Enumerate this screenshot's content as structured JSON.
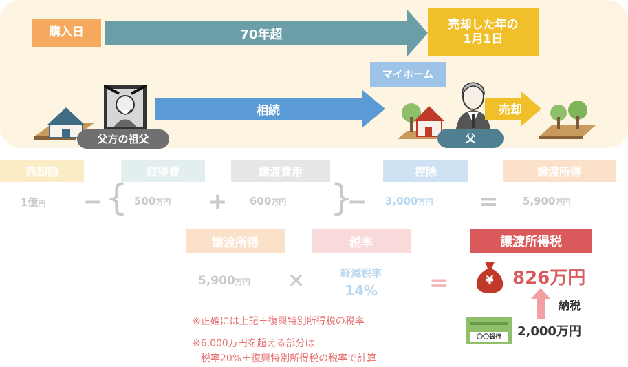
{
  "timeline": {
    "purchase_date": "購入日",
    "duration": "70年超",
    "sale_year_line1": "売却した年の",
    "sale_year_line2": "1月1日",
    "my_home": "マイホーム",
    "inheritance": "相続",
    "sale": "売却",
    "great_grandfather": "父方の祖父",
    "father": "父"
  },
  "formula": {
    "sale_amount_label": "売却額",
    "sale_amount_value": "1億",
    "acquisition_cost_label": "取得費",
    "acquisition_cost_value": "500",
    "transfer_cost_label": "譲渡費用",
    "transfer_cost_value": "600",
    "deduction_label": "控除",
    "deduction_value": "3,000",
    "transfer_income_label": "譲渡所得",
    "transfer_income_value": "5,900",
    "unit_yen": "円",
    "unit_man_yen": "万円"
  },
  "tax": {
    "transfer_income_label": "譲渡所得",
    "transfer_income_value": "5,900",
    "tax_rate_label": "税率",
    "reduced_rate_label": "軽減税率",
    "reduced_rate_value": "14%",
    "tax_label": "譲渡所得税",
    "tax_value": "826万円",
    "payment_label": "納税",
    "bank_value": "2,000万円",
    "bank_name": "〇〇銀行",
    "yen_symbol": "¥",
    "unit_man_yen": "万円"
  },
  "notes": {
    "note1": "※正確には上記＋復興特別所得税の税率",
    "note2_line1": "※6,000万円を超える部分は",
    "note2_line2": "税率20%＋復興特別所得税の税率で計算"
  },
  "colors": {
    "orange": "#f4a95f",
    "teal": "#6c9ea7",
    "yellow": "#f1bf2a",
    "blue_arrow": "#5b9bd5",
    "my_home_box": "#9dc3e6",
    "sale_arrow": "#f1bf2a",
    "tax_red": "#d9595c"
  }
}
